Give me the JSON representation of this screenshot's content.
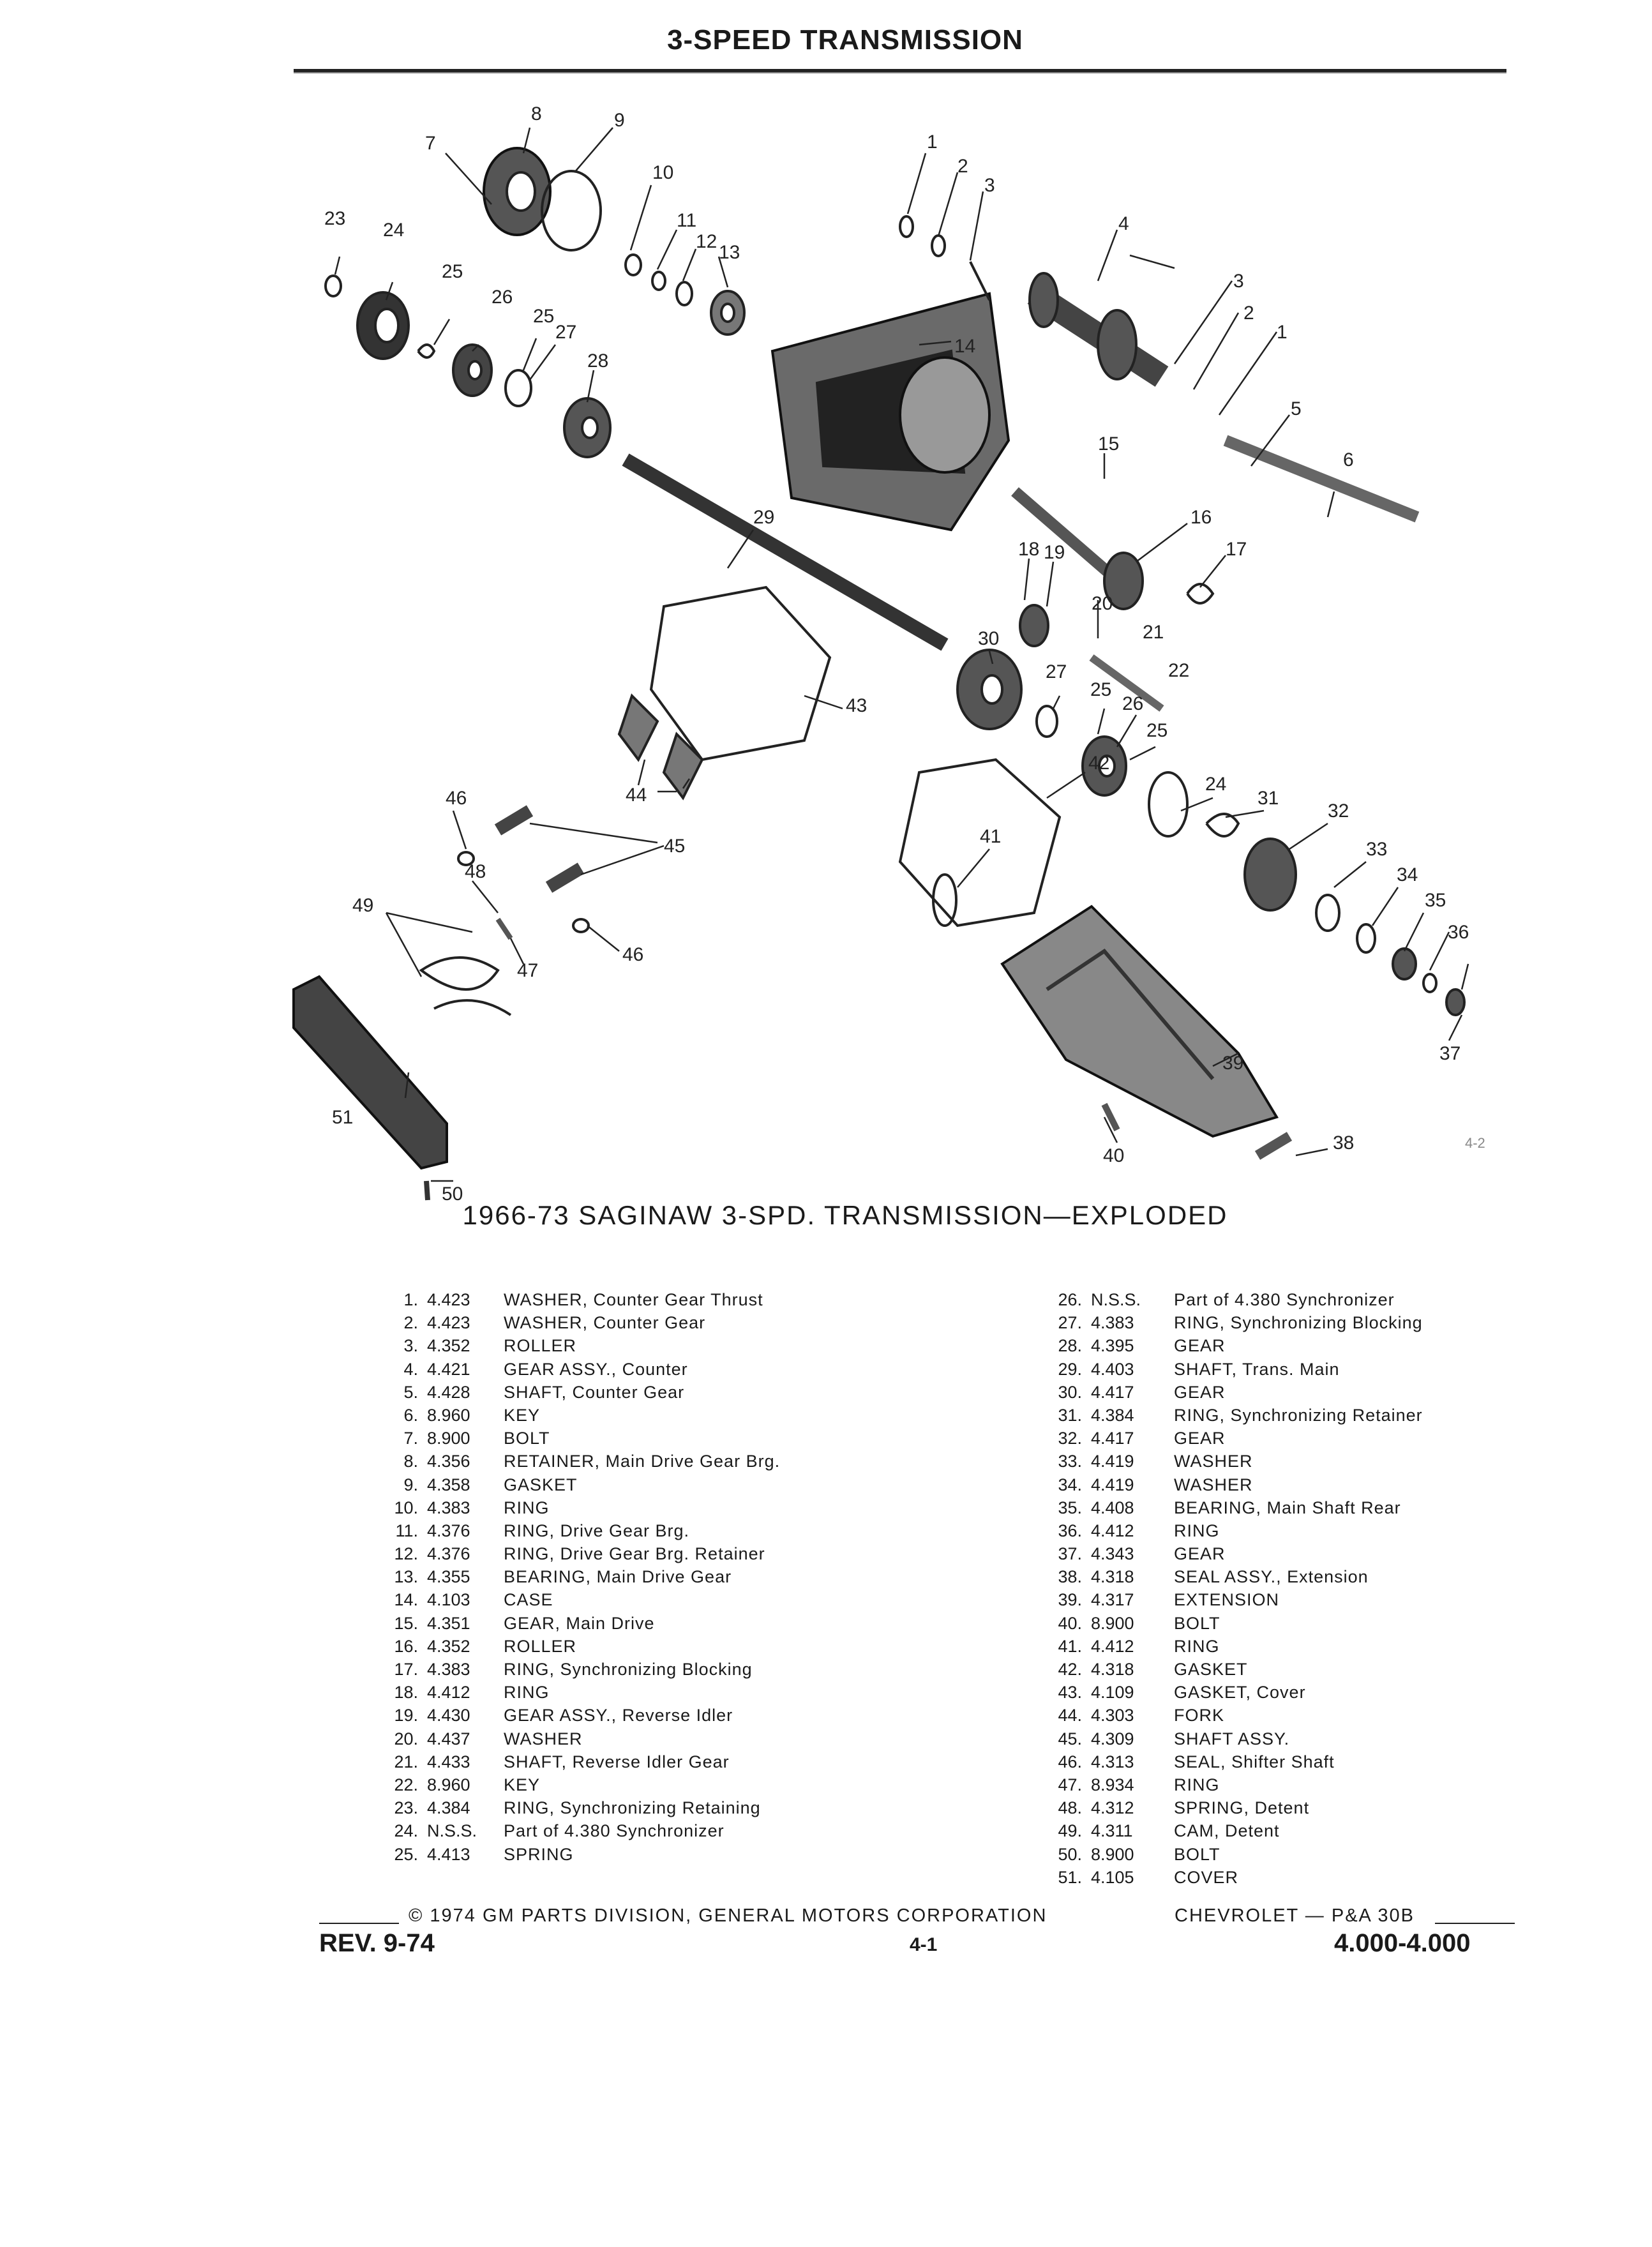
{
  "header": {
    "title": "3-SPEED TRANSMISSION"
  },
  "figure": {
    "caption": "1966-73 SAGINAW 3-SPD. TRANSMISSION—EXPLODED",
    "id": "4-2"
  },
  "parts_left": [
    {
      "num": "1.",
      "code": "4.423",
      "desc": "WASHER, Counter Gear Thrust"
    },
    {
      "num": "2.",
      "code": "4.423",
      "desc": "WASHER, Counter Gear"
    },
    {
      "num": "3.",
      "code": "4.352",
      "desc": "ROLLER"
    },
    {
      "num": "4.",
      "code": "4.421",
      "desc": "GEAR ASSY., Counter"
    },
    {
      "num": "5.",
      "code": "4.428",
      "desc": "SHAFT, Counter Gear"
    },
    {
      "num": "6.",
      "code": "8.960",
      "desc": "KEY"
    },
    {
      "num": "7.",
      "code": "8.900",
      "desc": "BOLT"
    },
    {
      "num": "8.",
      "code": "4.356",
      "desc": "RETAINER, Main Drive Gear Brg."
    },
    {
      "num": "9.",
      "code": "4.358",
      "desc": "GASKET"
    },
    {
      "num": "10.",
      "code": "4.383",
      "desc": "RING"
    },
    {
      "num": "11.",
      "code": "4.376",
      "desc": "RING, Drive Gear Brg."
    },
    {
      "num": "12.",
      "code": "4.376",
      "desc": "RING, Drive Gear Brg. Retainer"
    },
    {
      "num": "13.",
      "code": "4.355",
      "desc": "BEARING, Main Drive Gear"
    },
    {
      "num": "14.",
      "code": "4.103",
      "desc": "CASE"
    },
    {
      "num": "15.",
      "code": "4.351",
      "desc": "GEAR, Main Drive"
    },
    {
      "num": "16.",
      "code": "4.352",
      "desc": "ROLLER"
    },
    {
      "num": "17.",
      "code": "4.383",
      "desc": "RING, Synchronizing Blocking"
    },
    {
      "num": "18.",
      "code": "4.412",
      "desc": "RING"
    },
    {
      "num": "19.",
      "code": "4.430",
      "desc": "GEAR ASSY., Reverse Idler"
    },
    {
      "num": "20.",
      "code": "4.437",
      "desc": "WASHER"
    },
    {
      "num": "21.",
      "code": "4.433",
      "desc": "SHAFT, Reverse Idler Gear"
    },
    {
      "num": "22.",
      "code": "8.960",
      "desc": "KEY"
    },
    {
      "num": "23.",
      "code": "4.384",
      "desc": "RING, Synchronizing Retaining"
    },
    {
      "num": "24.",
      "code": "N.S.S.",
      "desc": "Part of 4.380 Synchronizer"
    },
    {
      "num": "25.",
      "code": "4.413",
      "desc": "SPRING"
    }
  ],
  "parts_right": [
    {
      "num": "26.",
      "code": "N.S.S.",
      "desc": "Part of 4.380 Synchronizer"
    },
    {
      "num": "27.",
      "code": "4.383",
      "desc": "RING, Synchronizing Blocking"
    },
    {
      "num": "28.",
      "code": "4.395",
      "desc": "GEAR"
    },
    {
      "num": "29.",
      "code": "4.403",
      "desc": "SHAFT, Trans. Main"
    },
    {
      "num": "30.",
      "code": "4.417",
      "desc": "GEAR"
    },
    {
      "num": "31.",
      "code": "4.384",
      "desc": "RING, Synchronizing Retainer"
    },
    {
      "num": "32.",
      "code": "4.417",
      "desc": "GEAR"
    },
    {
      "num": "33.",
      "code": "4.419",
      "desc": "WASHER"
    },
    {
      "num": "34.",
      "code": "4.419",
      "desc": "WASHER"
    },
    {
      "num": "35.",
      "code": "4.408",
      "desc": "BEARING, Main Shaft Rear"
    },
    {
      "num": "36.",
      "code": "4.412",
      "desc": "RING"
    },
    {
      "num": "37.",
      "code": "4.343",
      "desc": "GEAR"
    },
    {
      "num": "38.",
      "code": "4.318",
      "desc": "SEAL ASSY., Extension"
    },
    {
      "num": "39.",
      "code": "4.317",
      "desc": "EXTENSION"
    },
    {
      "num": "40.",
      "code": "8.900",
      "desc": "BOLT"
    },
    {
      "num": "41.",
      "code": "4.412",
      "desc": "RING"
    },
    {
      "num": "42.",
      "code": "4.318",
      "desc": "GASKET"
    },
    {
      "num": "43.",
      "code": "4.109",
      "desc": "GASKET, Cover"
    },
    {
      "num": "44.",
      "code": "4.303",
      "desc": "FORK"
    },
    {
      "num": "45.",
      "code": "4.309",
      "desc": "SHAFT ASSY."
    },
    {
      "num": "46.",
      "code": "4.313",
      "desc": "SEAL, Shifter Shaft"
    },
    {
      "num": "47.",
      "code": "8.934",
      "desc": "RING"
    },
    {
      "num": "48.",
      "code": "4.312",
      "desc": "SPRING, Detent"
    },
    {
      "num": "49.",
      "code": "4.311",
      "desc": "CAM, Detent"
    },
    {
      "num": "50.",
      "code": "8.900",
      "desc": "BOLT"
    },
    {
      "num": "51.",
      "code": "4.105",
      "desc": "COVER"
    }
  ],
  "callouts": [
    "1",
    "2",
    "3",
    "4",
    "5",
    "6",
    "7",
    "8",
    "9",
    "10",
    "11",
    "12",
    "13",
    "14",
    "15",
    "16",
    "17",
    "18",
    "19",
    "20",
    "21",
    "22",
    "23",
    "24",
    "25",
    "25",
    "25",
    "26",
    "26",
    "27",
    "27",
    "28",
    "29",
    "30",
    "31",
    "32",
    "33",
    "34",
    "35",
    "36",
    "37",
    "38",
    "39",
    "40",
    "41",
    "42",
    "43",
    "44",
    "45",
    "46",
    "46",
    "47",
    "48",
    "49",
    "50",
    "51",
    "3",
    "2",
    "1",
    "24",
    "25"
  ],
  "footer": {
    "copyright": "© 1974 GM PARTS DIVISION, GENERAL MOTORS CORPORATION",
    "reference": "CHEVROLET — P&A 30B",
    "revision": "REV. 9-74",
    "page": "4-1",
    "section": "4.000-4.000"
  },
  "colors": {
    "ink": "#1a1a1a",
    "paper": "#ffffff",
    "shade": "#555555"
  }
}
